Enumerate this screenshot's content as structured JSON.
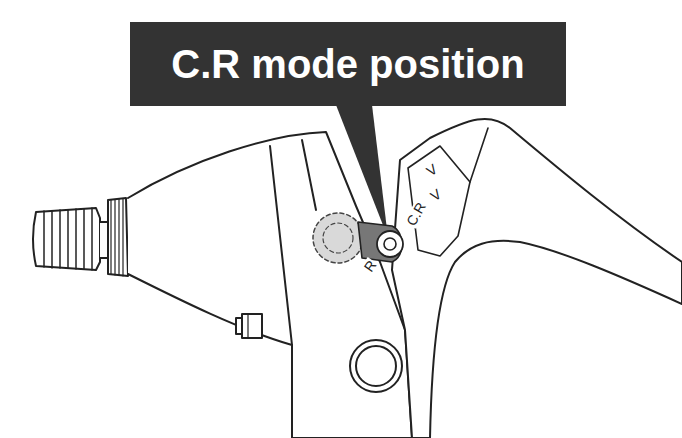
{
  "diagram": {
    "nodes": [
      {
        "text": [
          "C.R mode position"
        ]
      }
    ],
    "labels": [
      "V",
      "V",
      "C.R",
      "R"
    ]
  }
}
